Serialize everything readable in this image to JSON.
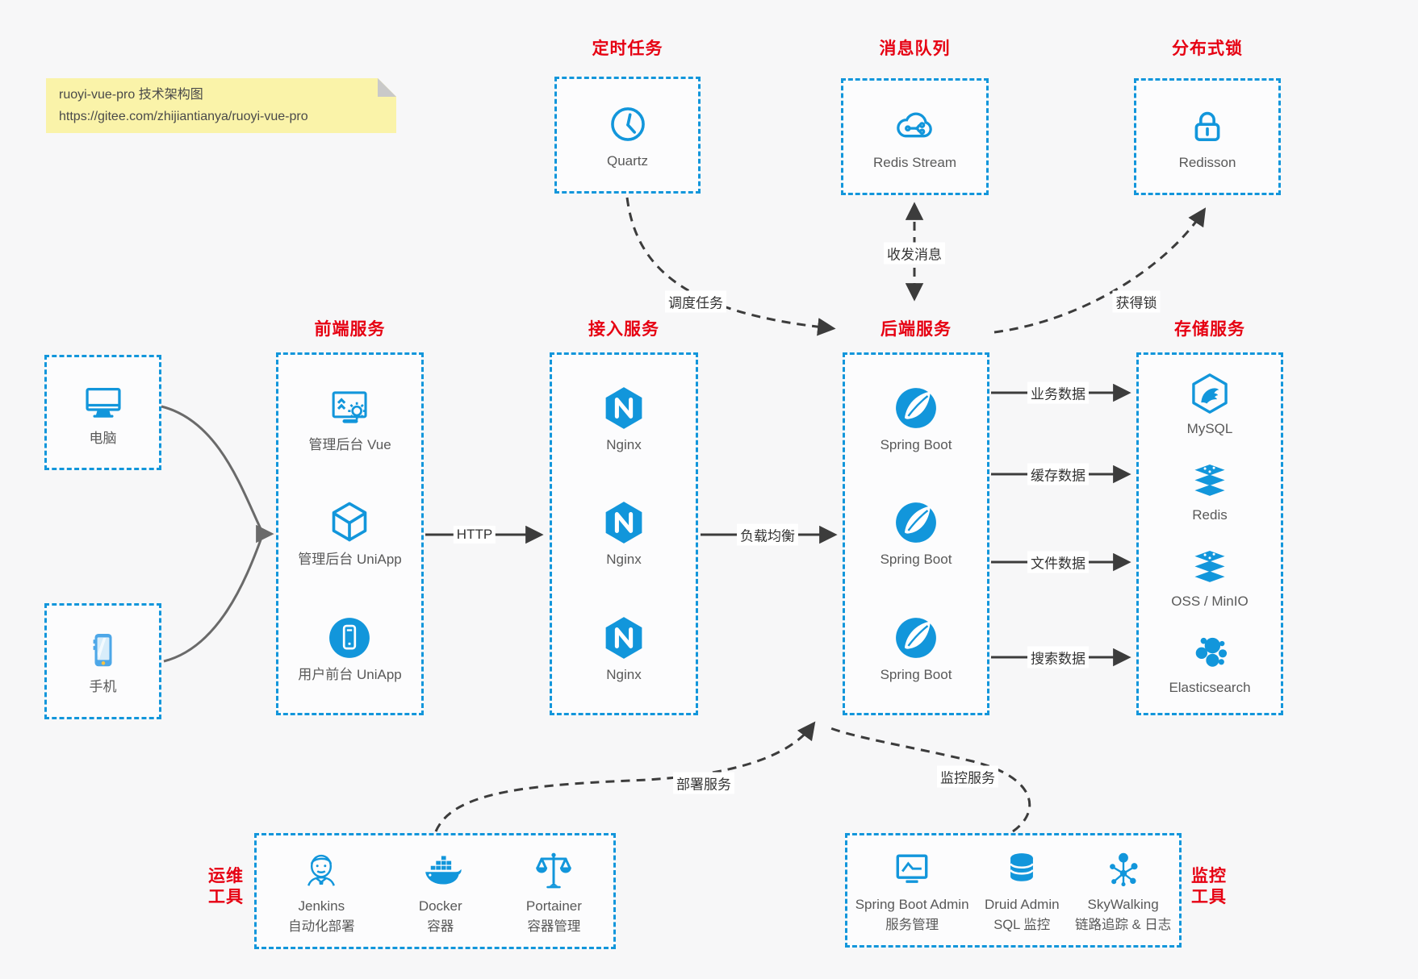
{
  "note": {
    "line1": "ruoyi-vue-pro 技术架构图",
    "line2": "https://gitee.com/zhijiantianya/ruoyi-vue-pro"
  },
  "palette": {
    "accent_blue": "#1296db",
    "title_red": "#e60012",
    "arrow_dark": "#3c3c3c",
    "client_arrow_gray": "#6a6a6a",
    "note_bg": "#faf3a9",
    "background": "#f7f7f8",
    "label_text": "#595959"
  },
  "top_groups": [
    {
      "title": "定时任务",
      "icon": "clock-icon",
      "label": "Quartz"
    },
    {
      "title": "消息队列",
      "icon": "cloud-network-icon",
      "label": "Redis Stream"
    },
    {
      "title": "分布式锁",
      "icon": "lock-icon",
      "label": "Redisson"
    }
  ],
  "clients": [
    {
      "icon": "desktop-icon",
      "label": "电脑"
    },
    {
      "icon": "smartphone-icon",
      "label": "手机"
    }
  ],
  "columns": [
    {
      "title": "前端服务",
      "items": [
        {
          "icon": "admin-vue-icon",
          "label": "管理后台 Vue"
        },
        {
          "icon": "cube-icon",
          "label": "管理后台 UniApp"
        },
        {
          "icon": "mobile-app-icon",
          "label": "用户前台 UniApp"
        }
      ]
    },
    {
      "title": "接入服务",
      "items": [
        {
          "icon": "nginx-icon",
          "label": "Nginx"
        },
        {
          "icon": "nginx-icon",
          "label": "Nginx"
        },
        {
          "icon": "nginx-icon",
          "label": "Nginx"
        }
      ]
    },
    {
      "title": "后端服务",
      "items": [
        {
          "icon": "spring-boot-icon",
          "label": "Spring Boot"
        },
        {
          "icon": "spring-boot-icon",
          "label": "Spring Boot"
        },
        {
          "icon": "spring-boot-icon",
          "label": "Spring Boot"
        }
      ]
    },
    {
      "title": "存储服务",
      "items": [
        {
          "icon": "mysql-icon",
          "label": "MySQL"
        },
        {
          "icon": "redis-stack-icon",
          "label": "Redis"
        },
        {
          "icon": "storage-stack-icon",
          "label": "OSS / MinIO"
        },
        {
          "icon": "elasticsearch-icon",
          "label": "Elasticsearch"
        }
      ]
    }
  ],
  "edge_labels": {
    "http": "HTTP",
    "load_balance": "负载均衡",
    "schedule_job": "调度任务",
    "send_receive_message": "收发消息",
    "acquire_lock": "获得锁",
    "business_data": "业务数据",
    "cache_data": "缓存数据",
    "file_data": "文件数据",
    "search_data": "搜索数据",
    "deploy_service": "部署服务",
    "monitor_service": "监控服务"
  },
  "bottom_groups": [
    {
      "title_line1": "运维",
      "title_line2": "工具",
      "items": [
        {
          "icon": "jenkins-icon",
          "label": "Jenkins",
          "sublabel": "自动化部署"
        },
        {
          "icon": "docker-icon",
          "label": "Docker",
          "sublabel": "容器"
        },
        {
          "icon": "portainer-icon",
          "label": "Portainer",
          "sublabel": "容器管理"
        }
      ]
    },
    {
      "title_line1": "监控",
      "title_line2": "工具",
      "items": [
        {
          "icon": "springboot-admin-icon",
          "label": "Spring Boot Admin",
          "sublabel": "服务管理"
        },
        {
          "icon": "druid-icon",
          "label": "Druid Admin",
          "sublabel": "SQL 监控"
        },
        {
          "icon": "skywalking-icon",
          "label": "SkyWalking",
          "sublabel": "链路追踪 & 日志"
        }
      ]
    }
  ]
}
